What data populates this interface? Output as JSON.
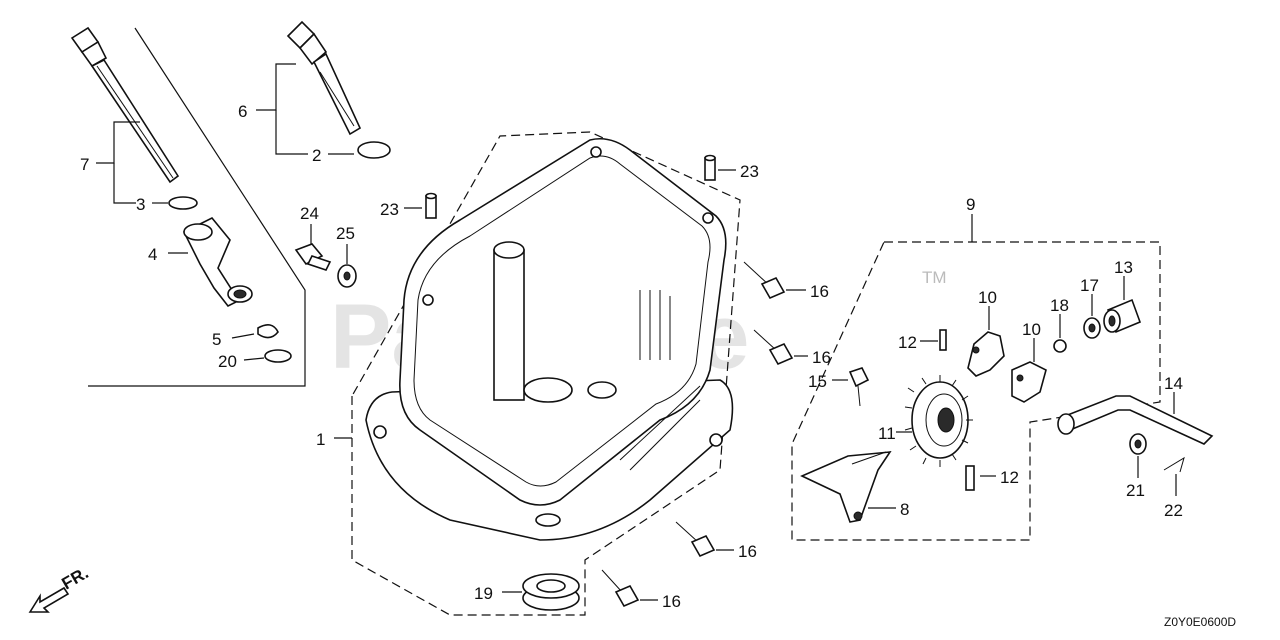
{
  "watermark": {
    "text": "PartsTree",
    "tm": "TM"
  },
  "diagram_code": "Z0Y0E0600D",
  "front_arrow": {
    "label": "FR."
  },
  "callouts": {
    "c1": "1",
    "c2": "2",
    "c3": "3",
    "c4": "4",
    "c5": "5",
    "c6": "6",
    "c7": "7",
    "c8": "8",
    "c9": "9",
    "c10a": "10",
    "c10b": "10",
    "c11": "11",
    "c12a": "12",
    "c12b": "12",
    "c13": "13",
    "c14": "14",
    "c15": "15",
    "c16a": "16",
    "c16b": "16",
    "c16c": "16",
    "c16d": "16",
    "c17": "17",
    "c18": "18",
    "c19": "19",
    "c20": "20",
    "c21": "21",
    "c22": "22",
    "c23a": "23",
    "c23b": "23",
    "c24": "24",
    "c25": "25"
  }
}
